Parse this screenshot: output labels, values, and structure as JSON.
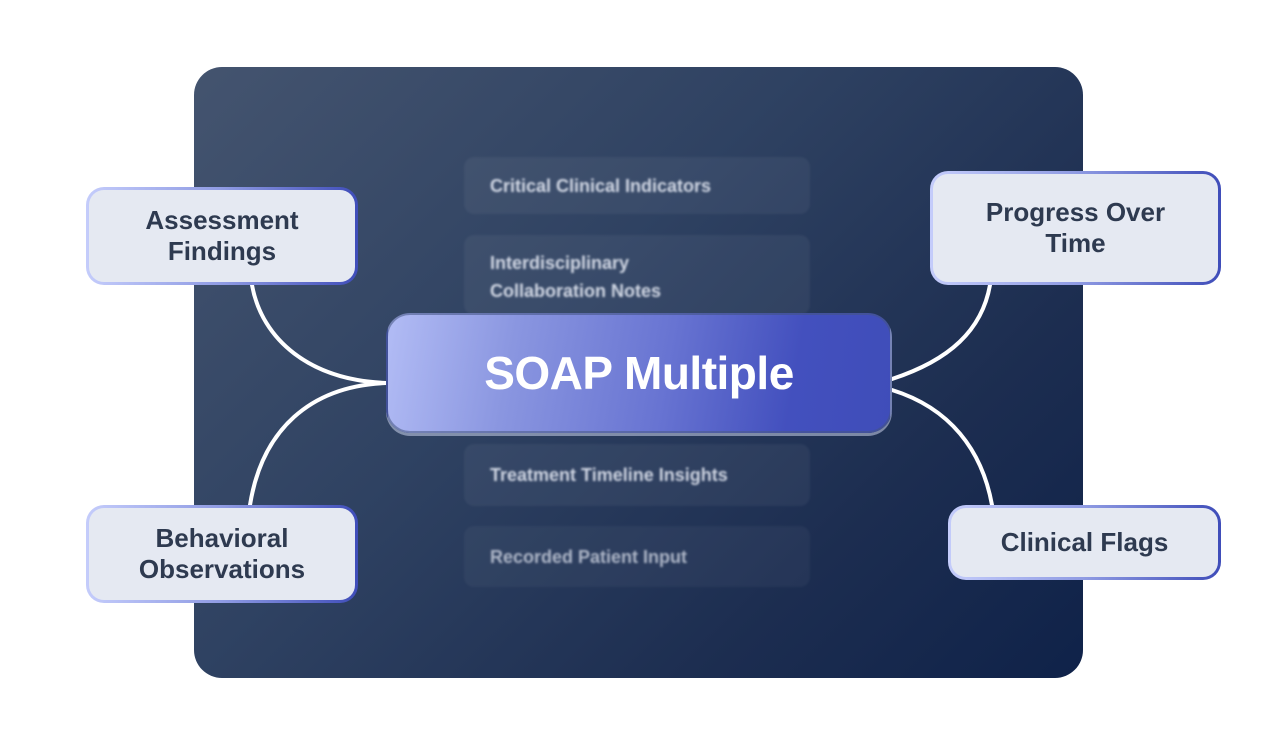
{
  "diagram": {
    "title": "SOAP Multiple",
    "center_node": {
      "label": "SOAP Multiple"
    },
    "background_cards": [
      {
        "label": "Critical Clinical Indicators"
      },
      {
        "label": "Interdisciplinary Collaboration Notes",
        "lines": [
          "Interdisciplinary",
          "Collaboration Notes"
        ]
      },
      {
        "label": "Treatment Timeline Insights"
      },
      {
        "label": "Recorded Patient Input"
      }
    ],
    "nodes": [
      {
        "id": "assessment-findings",
        "lines": [
          "Assessment",
          "Findings"
        ],
        "position": "top-left"
      },
      {
        "id": "behavioral-observations",
        "lines": [
          "Behavioral",
          "Observations"
        ],
        "position": "bottom-left"
      },
      {
        "id": "progress-over-time",
        "lines": [
          "Progress Over",
          "Time"
        ],
        "position": "top-right"
      },
      {
        "id": "clinical-flags",
        "lines": [
          "Clinical Flags"
        ],
        "position": "bottom-right"
      }
    ],
    "edges": [
      {
        "from": "soap-multiple",
        "to": "assessment-findings"
      },
      {
        "from": "soap-multiple",
        "to": "behavioral-observations"
      },
      {
        "from": "soap-multiple",
        "to": "progress-over-time"
      },
      {
        "from": "soap-multiple",
        "to": "clinical-flags"
      }
    ],
    "colors": {
      "panel_dark": "#0f2249",
      "panel_light": "#44546f",
      "node_fill": "#e5e9f2",
      "node_text": "#2e3a50",
      "accent": "#3f4db9",
      "accent_light": "#b2bcf5",
      "connector": "#ffffff"
    }
  }
}
